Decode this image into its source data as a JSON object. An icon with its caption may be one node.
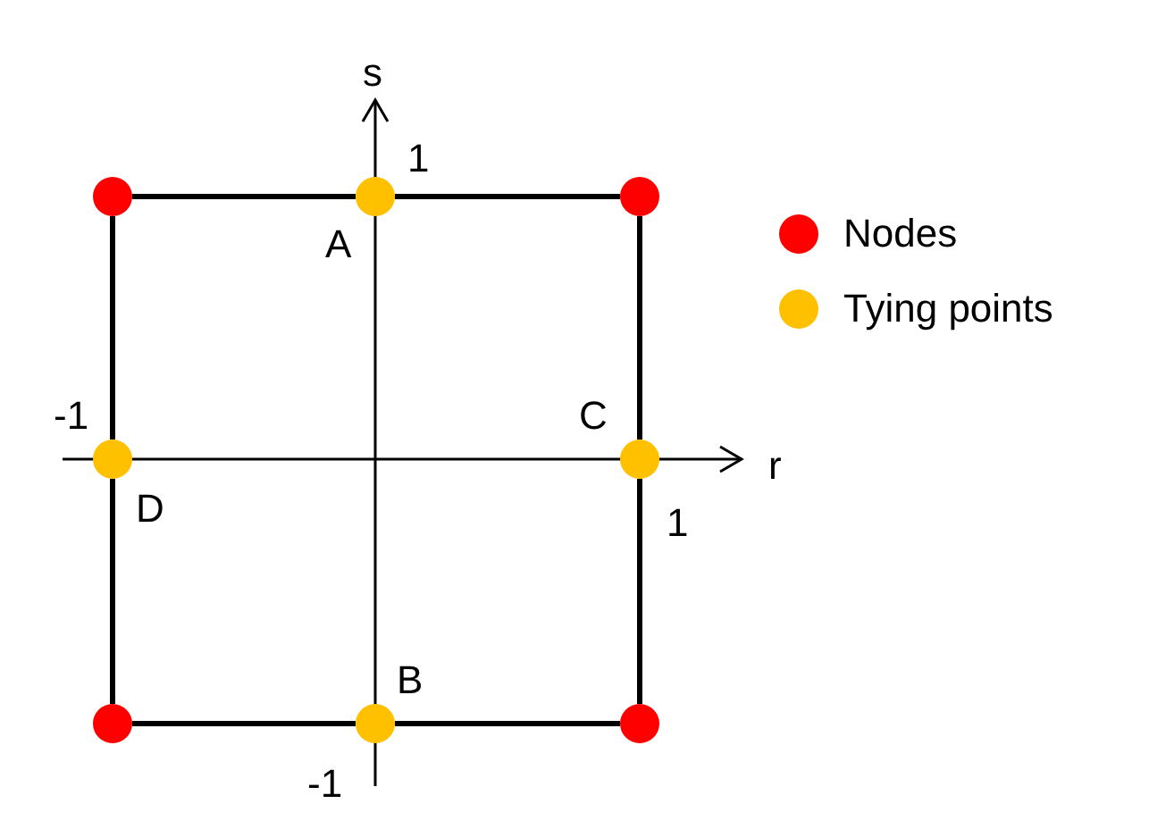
{
  "diagram": {
    "nodes": [
      {
        "text": [],
        "shape": "circle"
      },
      {
        "text": [],
        "shape": "circle",
        "beside": [
          "A"
        ]
      },
      {
        "text": [],
        "shape": "circle"
      },
      {
        "text": [],
        "shape": "circle",
        "beside": [
          "D"
        ]
      },
      {
        "text": [],
        "shape": "circle",
        "beside": [
          "C"
        ]
      },
      {
        "text": [],
        "shape": "circle"
      },
      {
        "text": [],
        "shape": "circle",
        "beside": [
          "B"
        ]
      },
      {
        "text": [],
        "shape": "circle"
      }
    ],
    "edges": [
      {
        "from": 0,
        "to": 1,
        "arrow": "none"
      },
      {
        "from": 1,
        "to": 2,
        "arrow": "none"
      },
      {
        "from": 0,
        "to": 3,
        "arrow": "none"
      },
      {
        "from": 2,
        "to": 4,
        "arrow": "none"
      },
      {
        "from": 3,
        "to": 5,
        "arrow": "none"
      },
      {
        "from": 4,
        "to": 7,
        "arrow": "none"
      },
      {
        "from": 5,
        "to": 6,
        "arrow": "none"
      },
      {
        "from": 6,
        "to": 7,
        "arrow": "none"
      }
    ],
    "labels": [
      "s",
      "1",
      "-1",
      "r",
      "1",
      "-1"
    ],
    "legend": [
      {
        "text": "Nodes",
        "color": "#ff0000"
      },
      {
        "text": "Tying points",
        "color": "#ffc000"
      }
    ]
  }
}
